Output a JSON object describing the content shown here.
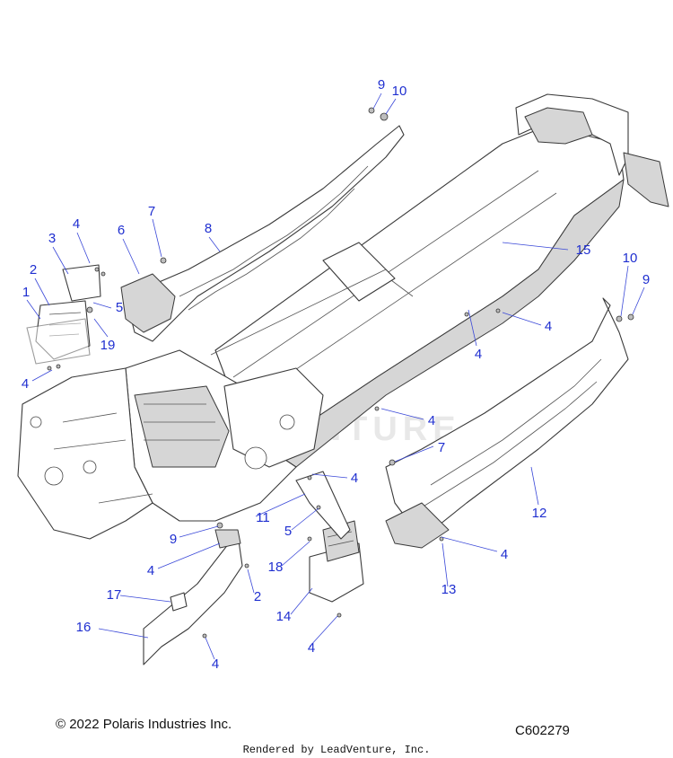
{
  "diagram": {
    "callouts": [
      {
        "id": "c9a",
        "label": "9"
      },
      {
        "id": "c10a",
        "label": "10"
      },
      {
        "id": "c8",
        "label": "8"
      },
      {
        "id": "c7a",
        "label": "7"
      },
      {
        "id": "c6",
        "label": "6"
      },
      {
        "id": "c4a",
        "label": "4"
      },
      {
        "id": "c3",
        "label": "3"
      },
      {
        "id": "c2a",
        "label": "2"
      },
      {
        "id": "c1",
        "label": "1"
      },
      {
        "id": "c5a",
        "label": "5"
      },
      {
        "id": "c19",
        "label": "19"
      },
      {
        "id": "c4b",
        "label": "4"
      },
      {
        "id": "c15",
        "label": "15"
      },
      {
        "id": "c10b",
        "label": "10"
      },
      {
        "id": "c9b",
        "label": "9"
      },
      {
        "id": "c4c",
        "label": "4"
      },
      {
        "id": "c4d",
        "label": "4"
      },
      {
        "id": "c4e",
        "label": "4"
      },
      {
        "id": "c7b",
        "label": "7"
      },
      {
        "id": "c4f",
        "label": "4"
      },
      {
        "id": "c12",
        "label": "12"
      },
      {
        "id": "c11",
        "label": "11"
      },
      {
        "id": "c5b",
        "label": "5"
      },
      {
        "id": "c9c",
        "label": "9"
      },
      {
        "id": "c4g",
        "label": "4"
      },
      {
        "id": "c18",
        "label": "18"
      },
      {
        "id": "c2b",
        "label": "2"
      },
      {
        "id": "c4h",
        "label": "4"
      },
      {
        "id": "c13",
        "label": "13"
      },
      {
        "id": "c17",
        "label": "17"
      },
      {
        "id": "c14",
        "label": "14"
      },
      {
        "id": "c16",
        "label": "16"
      },
      {
        "id": "c4i",
        "label": "4"
      },
      {
        "id": "c4j",
        "label": "4"
      }
    ],
    "watermark": "VENTURE"
  },
  "footer": {
    "copyright": "© 2022 Polaris Industries Inc.",
    "drawing_id": "C602279",
    "rendered_by": "Rendered by LeadVenture, Inc."
  }
}
